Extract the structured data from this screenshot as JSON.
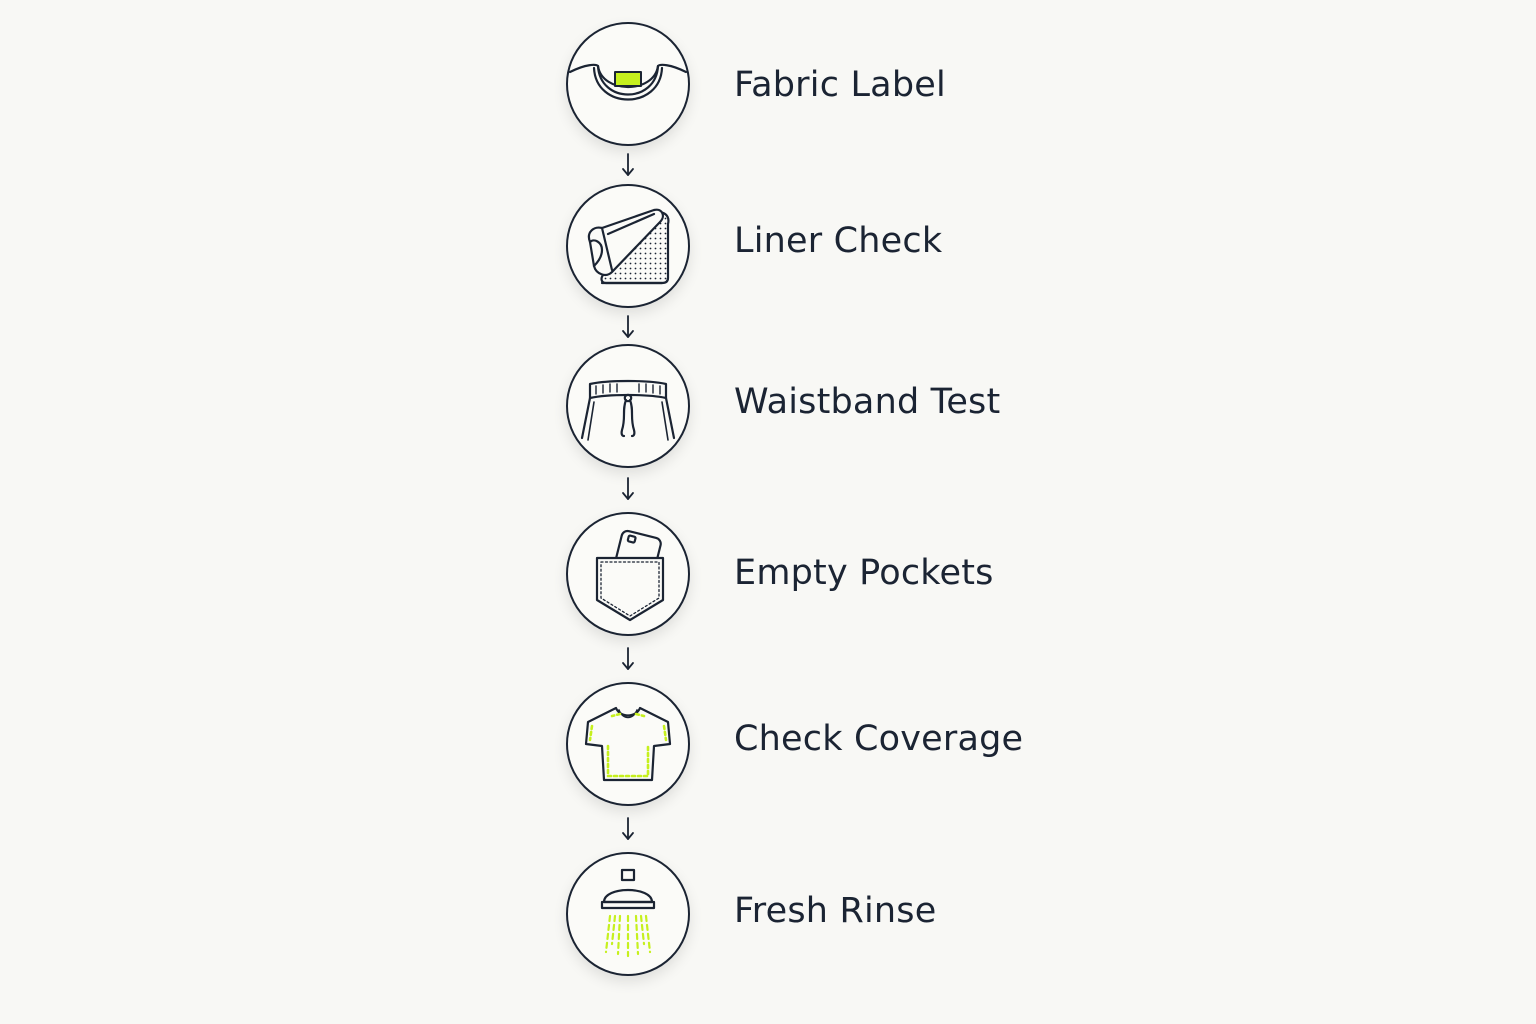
{
  "steps": [
    {
      "label": "Fabric Label",
      "icon": "shirt-collar-tag-icon"
    },
    {
      "label": "Liner Check",
      "icon": "mesh-liner-icon"
    },
    {
      "label": "Waistband Test",
      "icon": "drawstring-shorts-icon"
    },
    {
      "label": "Empty Pockets",
      "icon": "phone-in-pocket-icon"
    },
    {
      "label": "Check Coverage",
      "icon": "tshirt-outline-icon"
    },
    {
      "label": "Fresh Rinse",
      "icon": "shower-head-icon"
    }
  ],
  "colors": {
    "ink": "#1b2433",
    "accent": "#c6f01e",
    "background": "#f8f8f5"
  }
}
